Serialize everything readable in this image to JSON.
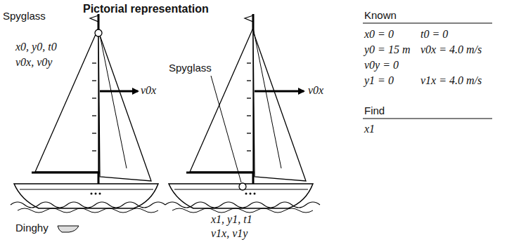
{
  "diagram": {
    "title": "Pictorial representation",
    "labels": [
      "Spyglass",
      "x0, y0, t0",
      "v0x, v0y",
      "v0x",
      "Dinghy",
      "Spyglass",
      "v0x",
      "x1, y1, t1",
      "v1x, v1y",
      "Known",
      "x0 = 0",
      "t0 = 0",
      "y0 = 15 m",
      "v0x = 4.0 m/s",
      "v0y = 0",
      "y1 = 0",
      "v1x = 4.0 m/s",
      "Find",
      "x1"
    ]
  }
}
